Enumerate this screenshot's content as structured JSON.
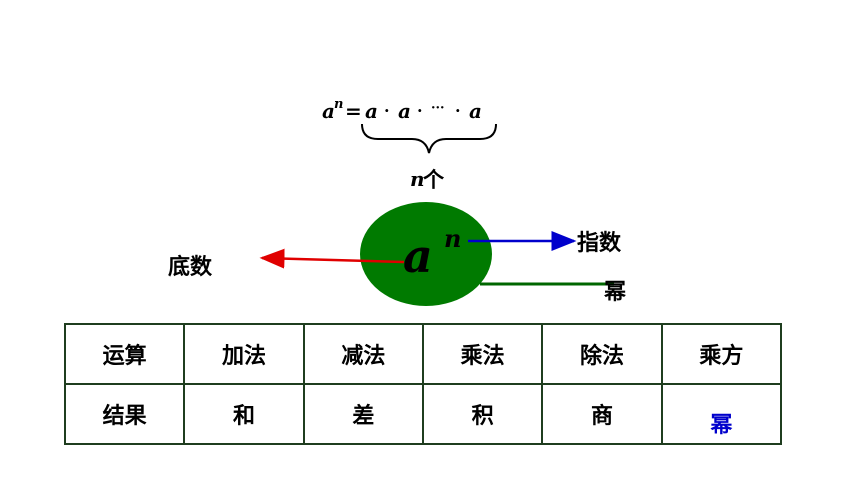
{
  "formula": {
    "lhs_base": "a",
    "lhs_exp": "n",
    "equals": "=",
    "rhs": [
      "a",
      "·",
      "a",
      "·",
      "···",
      "·",
      "a"
    ],
    "brace_label_var": "n",
    "brace_label_unit": "个"
  },
  "power": {
    "base": "a",
    "exponent": "n",
    "circle_color": "#007a00"
  },
  "labels": {
    "base": "底数",
    "exponent": "指数",
    "power": "幂"
  },
  "arrows": {
    "base_color": "#e00000",
    "exponent_color": "#0000cc",
    "power_color": "#006600"
  },
  "table": {
    "rows": [
      [
        "运算",
        "加法",
        "减法",
        "乘法",
        "除法",
        "乘方"
      ],
      [
        "结果",
        "和",
        "差",
        "积",
        "商",
        "幂"
      ]
    ],
    "highlight_color": "#0000cc"
  }
}
